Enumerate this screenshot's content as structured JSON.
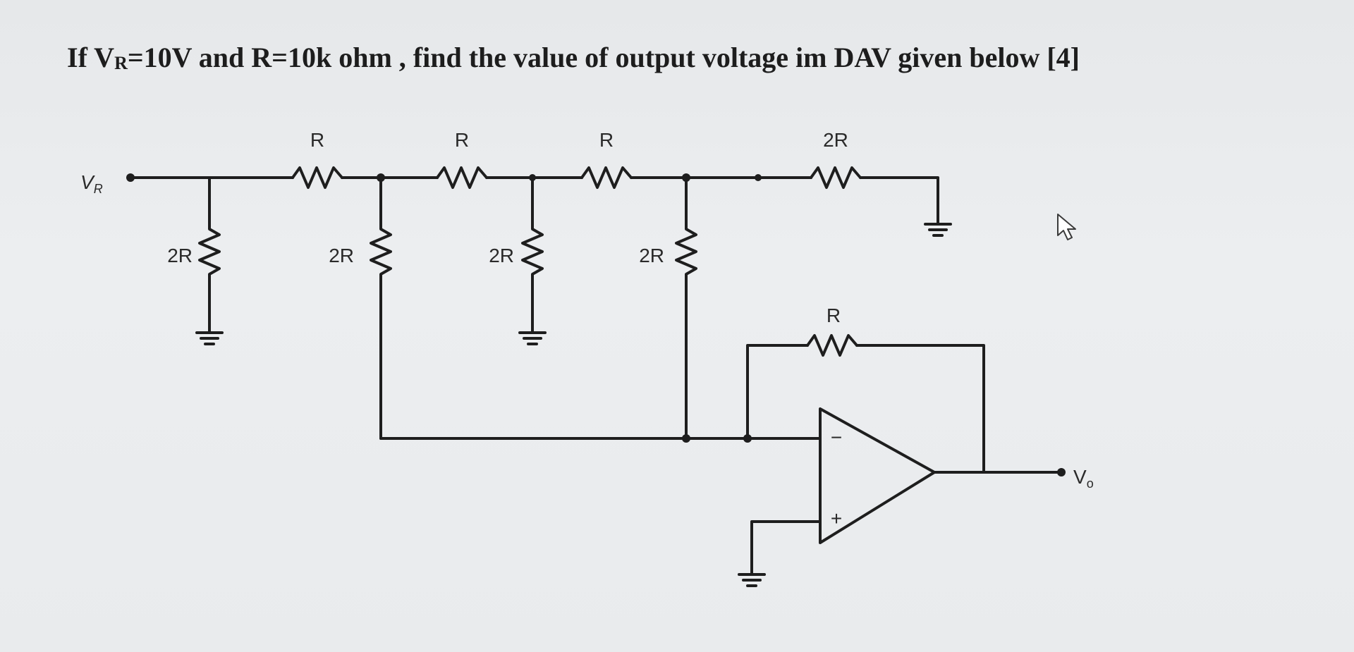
{
  "question": {
    "prefix": "If V",
    "sub": "R",
    "rest": "=10V  and R=10k ohm , find the value of output voltage im DAV given below  [4]"
  },
  "circuit": {
    "input_label_main": "V",
    "input_label_sub": "R",
    "series_resistors": [
      "R",
      "R",
      "R",
      "2R"
    ],
    "shunt_resistors": [
      "2R",
      "2R",
      "2R",
      "2R"
    ],
    "feedback_resistor": "R",
    "opamp_minus": "−",
    "opamp_plus": "+",
    "output_label_main": "V",
    "output_label_sub": "o"
  }
}
